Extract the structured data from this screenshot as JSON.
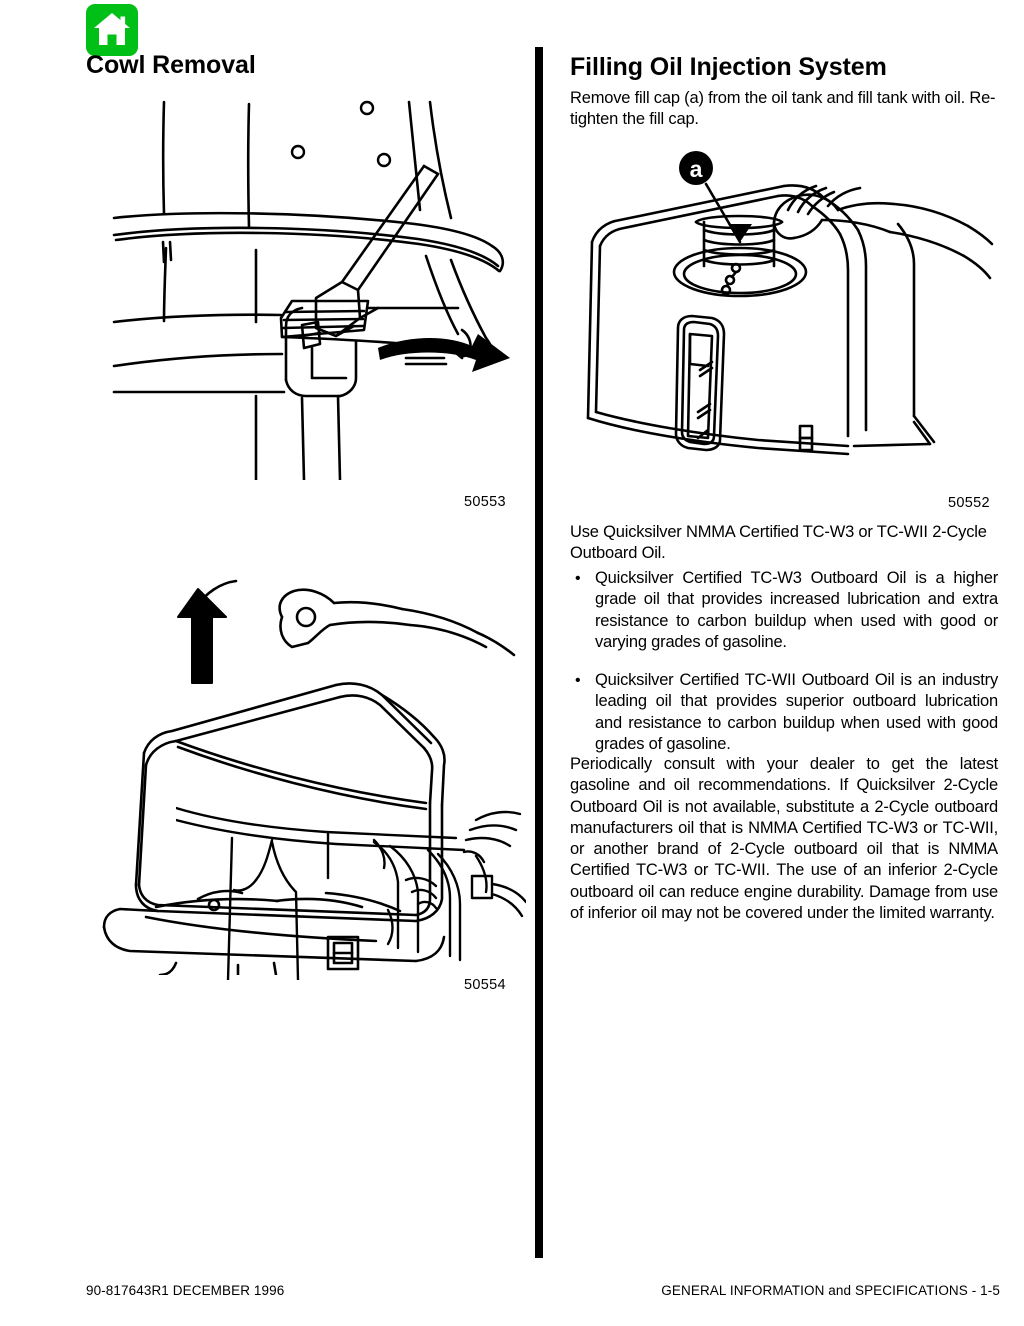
{
  "page": {
    "left_column": {
      "home_icon": "home-icon",
      "title": "Cowl Removal",
      "figures": [
        {
          "id": "fig-cowl-latch",
          "number": "50553"
        },
        {
          "id": "fig-cowl-lift",
          "number": "50554"
        }
      ]
    },
    "right_column": {
      "title": "Filling Oil Injection System",
      "intro": "Remove fill cap (a) from the oil tank and fill tank with oil. Re-tighten the fill cap.",
      "figures": [
        {
          "id": "fig-oil-tank",
          "number": "50552",
          "callout": "a"
        }
      ],
      "lead_paragraph": "Use Quicksilver NMMA Certified TC-W3 or TC-WII 2-Cycle Outboard Oil.",
      "bullets": [
        "Quicksilver Certified TC-W3 Outboard Oil is a higher grade oil that provides increased lubrication and extra resistance to carbon buildup when used with good or varying grades of gasoline.",
        "Quicksilver Certified TC-WII Outboard Oil is an industry leading oil that provides superior outboard lubrication and resistance to carbon buildup when used with good grades of gasoline."
      ],
      "closing_paragraph": "Periodically consult with your dealer to get the latest gasoline and oil recommendations. If Quicksilver 2-Cycle Outboard Oil is not available, substitute a 2-Cycle outboard manufacturers oil that is NMMA Certified TC-W3 or TC-WII, or another brand of 2-Cycle outboard oil that is NMMA Certified TC-W3 or TC-WII. The use of an inferior 2-Cycle outboard oil can reduce engine durability. Damage from use of inferior oil may not be covered under the limited warranty."
    },
    "footer": {
      "left": "90-817643R1   DECEMBER 1996",
      "right": "GENERAL INFORMATION and SPECIFICATIONS - 1-5"
    },
    "colors": {
      "icon_green": "#00bf16",
      "ink": "#000000",
      "paper": "#ffffff"
    }
  }
}
